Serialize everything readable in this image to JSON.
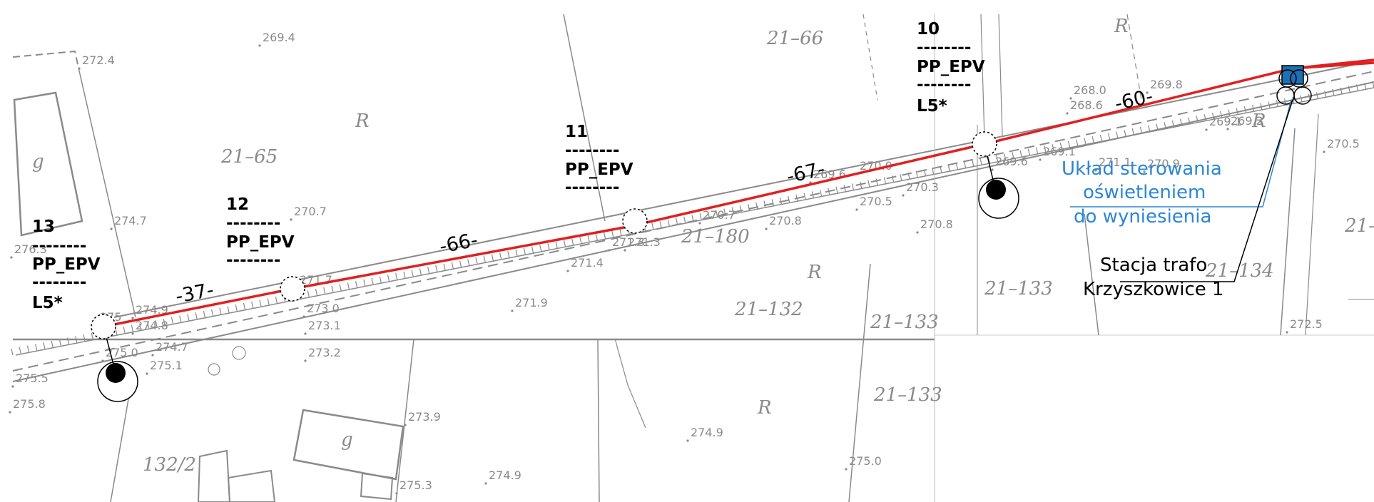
{
  "poles": [
    {
      "number": "13",
      "dash1": "--------",
      "type": "PP_EPV",
      "dash2": "--------",
      "code": "L5*"
    },
    {
      "number": "12",
      "dash1": "--------",
      "type": "PP_EPV",
      "dash2": "--------"
    },
    {
      "number": "11",
      "dash1": "--------",
      "type": "PP_EPV",
      "dash2": "--------"
    },
    {
      "number": "10",
      "dash1": "--------",
      "type": "PP_EPV",
      "dash2": "--------",
      "code": "L5*"
    }
  ],
  "spans": [
    "-37-",
    "-66-",
    "-67-",
    "-60-"
  ],
  "control_note": [
    "Układ sterowania",
    "oświetleniem",
    "do wyniesienia"
  ],
  "transformer": [
    "Stacja trafo",
    "Krzyszkowice 1"
  ],
  "parcels": [
    "21–65",
    "21–66",
    "21–180",
    "21–132",
    "21–133",
    "21–133",
    "21–133",
    "21–134",
    "132/2",
    "21–"
  ],
  "land_marks": [
    "R",
    "R",
    "R",
    "R",
    "R",
    "g",
    "g"
  ],
  "elevations": [
    "269.4",
    "272.4",
    "274.7",
    "270.7",
    "276.3",
    "274.9",
    "274.8",
    "275",
    "274.7",
    "275.0",
    "275.1",
    "275.5",
    "275.8",
    "271.7",
    "273.0",
    "273.1",
    "273.2",
    "271.9",
    "271.4",
    "271.3",
    "271.3",
    "270.7",
    "270.8",
    "269.6",
    "270.0",
    "270.5",
    "270.8",
    "270.3",
    "269.6",
    "269.1",
    "271.1",
    "270.9",
    "268.0",
    "268.6",
    "269.8",
    "269.1",
    "269.2",
    "270.5",
    "272.5",
    "273.9",
    "274.9",
    "275.0",
    "275.3",
    "274.9"
  ],
  "colors": {
    "power_line": "#e02020",
    "base_map": "#8a8a8a",
    "annotation_blue": "#2b86d6",
    "station_fill": "#1f6fb4"
  }
}
